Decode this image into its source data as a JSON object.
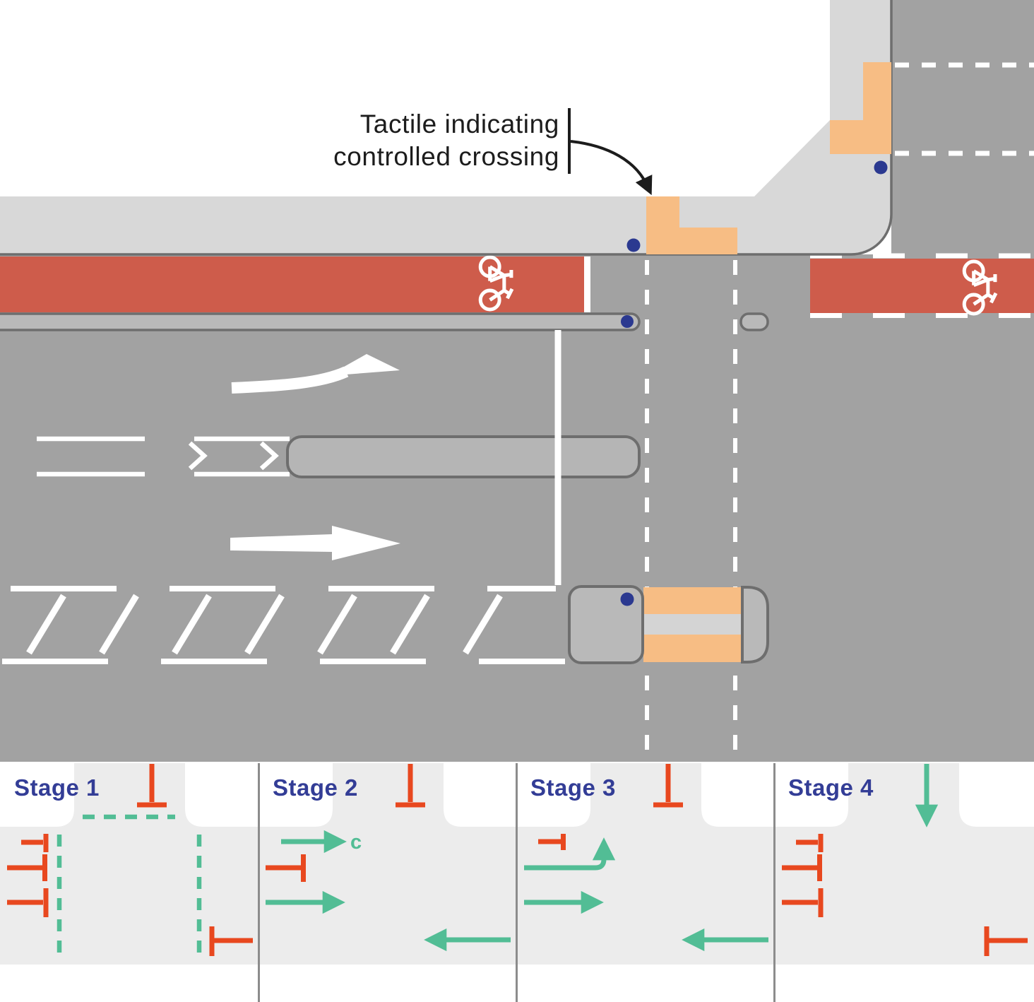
{
  "annotation": {
    "line1": "Tactile indicating",
    "line2": "controlled crossing"
  },
  "stages": [
    {
      "label": "Stage 1",
      "stopped_movements": [
        "side-road approach",
        "cycle lane eastbound",
        "left-turn eastbound",
        "through eastbound",
        "through westbound"
      ],
      "pedestrian_walk_crossings": [
        "side-road crossing",
        "main-road crossing west",
        "main-road crossing east"
      ]
    },
    {
      "label": "Stage 2",
      "cyclist_marker": "c",
      "stopped_movements": [
        "side-road approach",
        "left-turn eastbound"
      ],
      "permitted_movements": [
        "cycle eastbound",
        "through eastbound",
        "through westbound"
      ]
    },
    {
      "label": "Stage 3",
      "stopped_movements": [
        "side-road approach",
        "cycle eastbound"
      ],
      "permitted_movements": [
        "left-turn eastbound",
        "through eastbound",
        "through westbound"
      ]
    },
    {
      "label": "Stage 4",
      "stopped_movements": [
        "cycle eastbound",
        "left-turn eastbound",
        "through eastbound",
        "through westbound"
      ],
      "permitted_movements": [
        "side-road approach southbound"
      ]
    }
  ],
  "colors": {
    "footpath": "#D8D8D8",
    "road": "#A2A2A2",
    "kerb_line": "#6E6E6E",
    "cycle_lane_red": "#CE5C4B",
    "tactile_orange": "#F7BD84",
    "signal_pole_navy": "#2B3990",
    "island_grey": "#B5B5B5",
    "island_strip_grey": "#D4D4D4",
    "stage_background": "#ECECEC",
    "stage_title_navy": "#333D96",
    "stopped_red": "#E8481F",
    "permitted_green": "#52BD95",
    "marking_white": "#FFFFFF"
  }
}
